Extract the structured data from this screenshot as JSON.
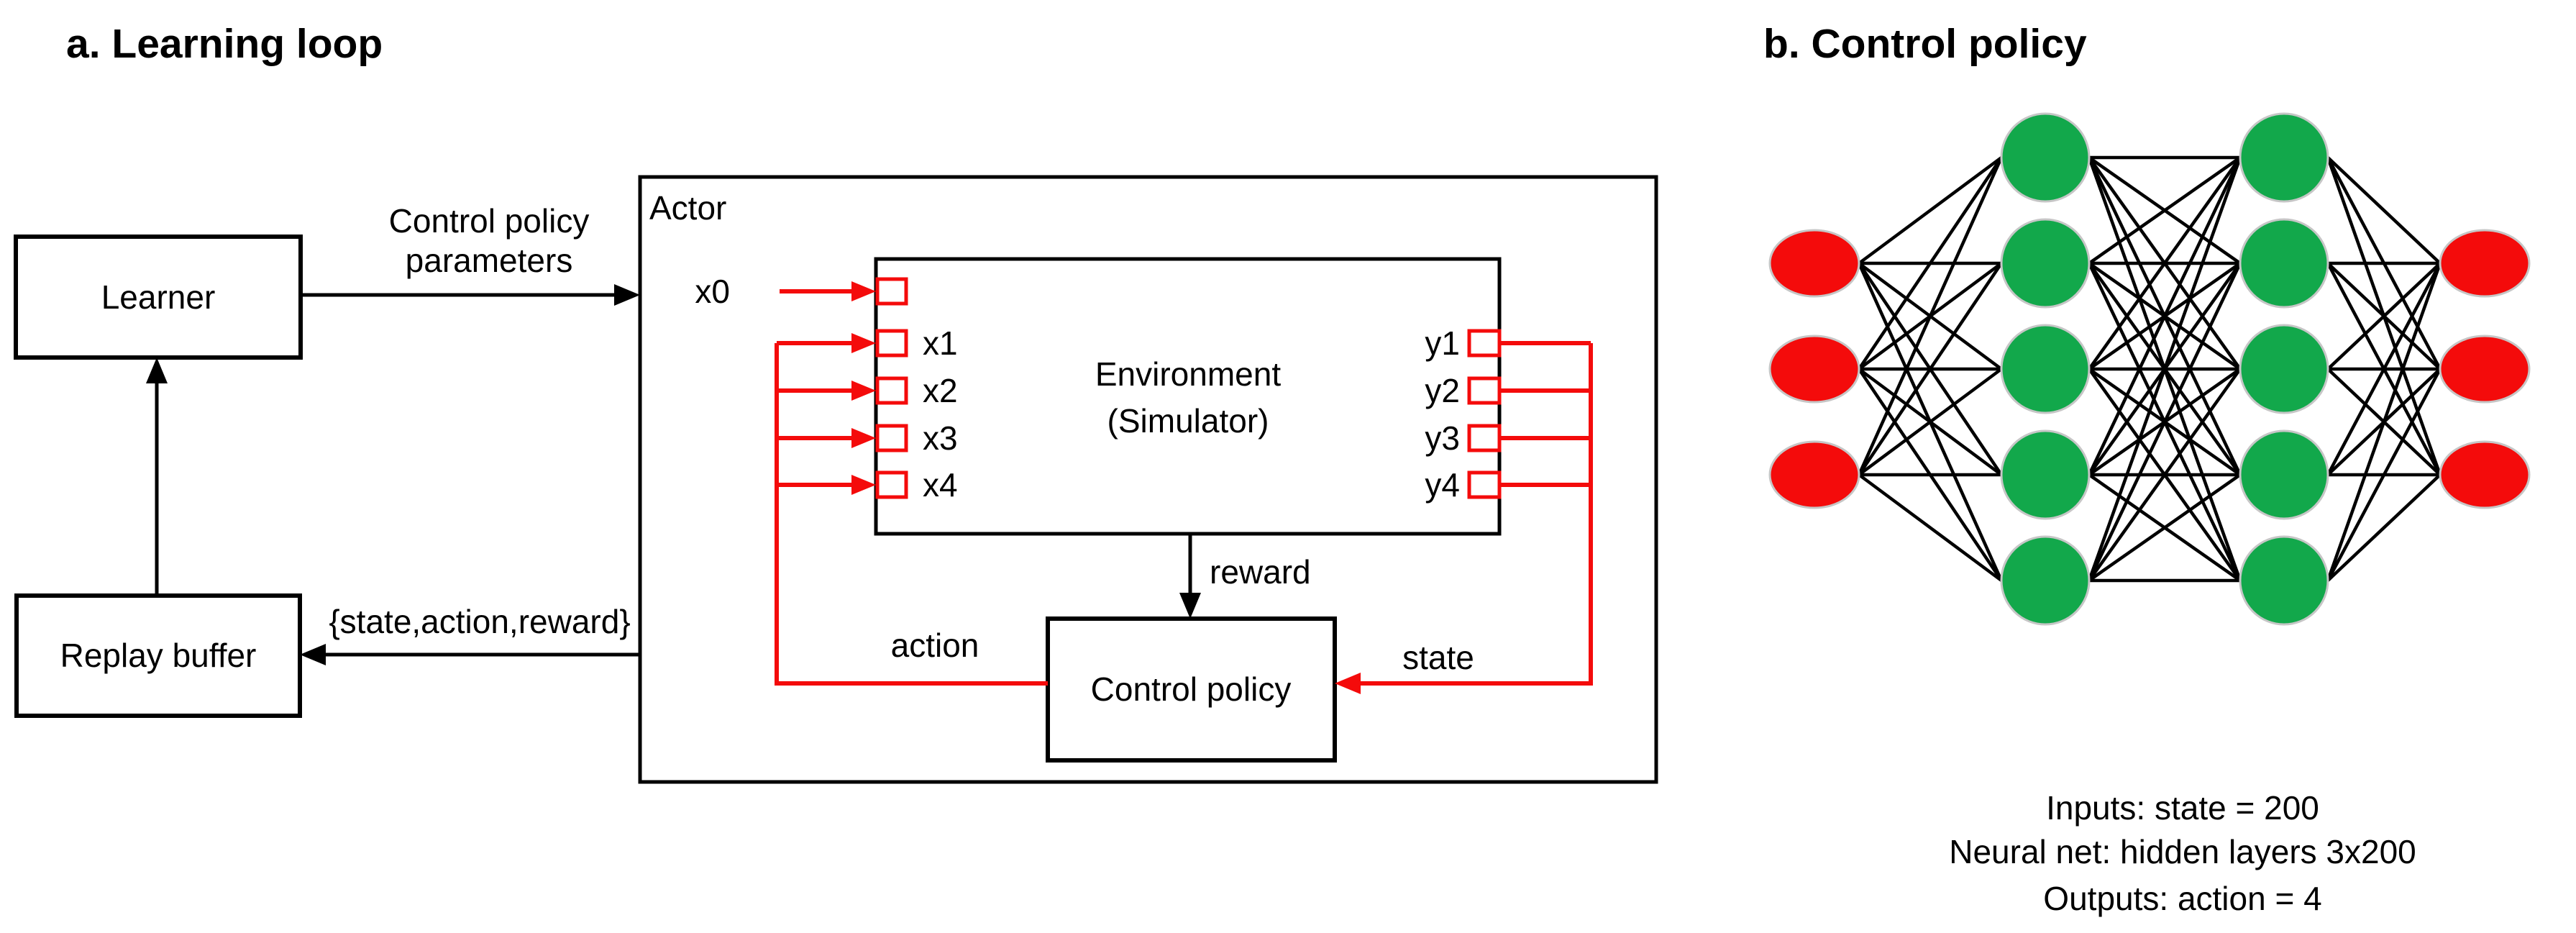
{
  "colors": {
    "red": "#f40b0b",
    "green": "#12a84b",
    "black": "#000000",
    "node_border": "#c6c6c6",
    "background": "#ffffff"
  },
  "panel_a": {
    "title": "a.  Learning loop",
    "learner_label": "Learner",
    "replay_buffer_label": "Replay buffer",
    "actor_label": "Actor",
    "environment_line1": "Environment",
    "environment_line2": "(Simulator)",
    "control_policy_label": "Control policy",
    "params_label_line1": "Control policy",
    "params_label_line2": "parameters",
    "sar_label": "{state,action,reward}",
    "reward_label": "reward",
    "action_label": "action",
    "state_label": "state",
    "x_ports": [
      "x0",
      "x1",
      "x2",
      "x3",
      "x4"
    ],
    "y_ports": [
      "y1",
      "y2",
      "y3",
      "y4"
    ]
  },
  "panel_b": {
    "title": "b.  Control policy",
    "caption": [
      "Inputs: state = 200",
      "Neural net: hidden layers 3x200",
      "Outputs: action = 4"
    ],
    "network": {
      "layers": [
        {
          "name": "input-layer",
          "count": 3,
          "color": "red"
        },
        {
          "name": "hidden-layer-1",
          "count": 5,
          "color": "green"
        },
        {
          "name": "hidden-layer-2",
          "count": 5,
          "color": "green"
        },
        {
          "name": "output-layer",
          "count": 3,
          "color": "red"
        }
      ]
    }
  }
}
